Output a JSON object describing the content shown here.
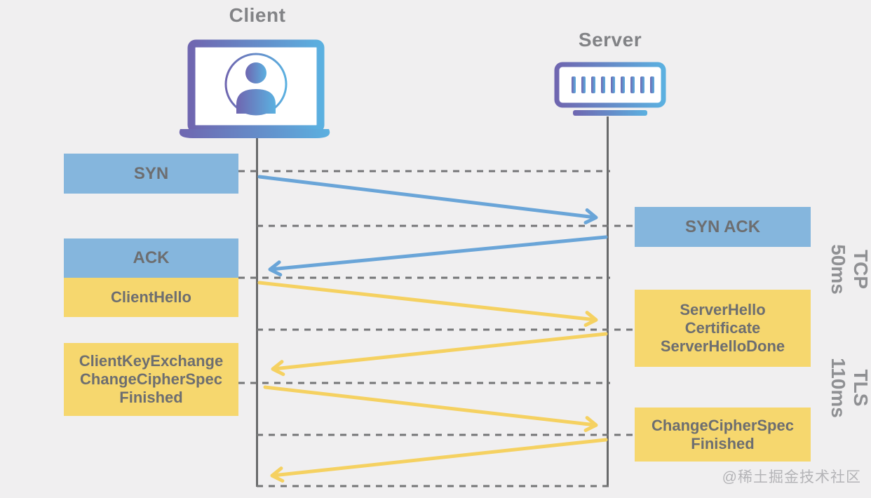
{
  "actors": {
    "client": {
      "label": "Client",
      "icon": "laptop-user-icon"
    },
    "server": {
      "label": "Server",
      "icon": "server-icon"
    }
  },
  "client_messages": [
    {
      "protocol": "TCP",
      "lines": [
        "SYN"
      ]
    },
    {
      "protocol": "TCP",
      "lines": [
        "ACK"
      ]
    },
    {
      "protocol": "TLS",
      "lines": [
        "ClientHello"
      ]
    },
    {
      "protocol": "TLS",
      "lines": [
        "ClientKeyExchange",
        "ChangeCipherSpec",
        "Finished"
      ]
    }
  ],
  "server_messages": [
    {
      "protocol": "TCP",
      "lines": [
        "SYN ACK"
      ]
    },
    {
      "protocol": "TLS",
      "lines": [
        "ServerHello",
        "Certificate",
        "ServerHelloDone"
      ]
    },
    {
      "protocol": "TLS",
      "lines": [
        "ChangeCipherSpec",
        "Finished"
      ]
    }
  ],
  "arrows": [
    {
      "name": "syn",
      "direction": "client-to-server",
      "protocol": "TCP"
    },
    {
      "name": "syn-ack",
      "direction": "server-to-client",
      "protocol": "TCP"
    },
    {
      "name": "client-hello",
      "direction": "client-to-server",
      "protocol": "TLS"
    },
    {
      "name": "server-hello",
      "direction": "server-to-client",
      "protocol": "TLS"
    },
    {
      "name": "client-key-exchange",
      "direction": "client-to-server",
      "protocol": "TLS"
    },
    {
      "name": "change-cipher-spec",
      "direction": "server-to-client",
      "protocol": "TLS"
    }
  ],
  "phases": [
    {
      "name": "TCP",
      "duration": "50ms"
    },
    {
      "name": "TLS",
      "duration": "110ms"
    }
  ],
  "colors": {
    "background": "#f0eff0",
    "tcp_box": "#85b6dd",
    "tls_box": "#f6d76e",
    "tcp_arrow": "#6aa5d8",
    "tls_arrow": "#f5d161",
    "lifeline": "#696a6b",
    "dashed_guide": "#757677",
    "box_text": "#6d6e70",
    "heading_text": "#828386",
    "phase_text": "#8f9093",
    "icon_gradient_start": "#6f66b0",
    "icon_gradient_end": "#5bb0e0",
    "watermark_text": "#b4b4b7"
  },
  "watermark": "@稀土掘金技术社区"
}
